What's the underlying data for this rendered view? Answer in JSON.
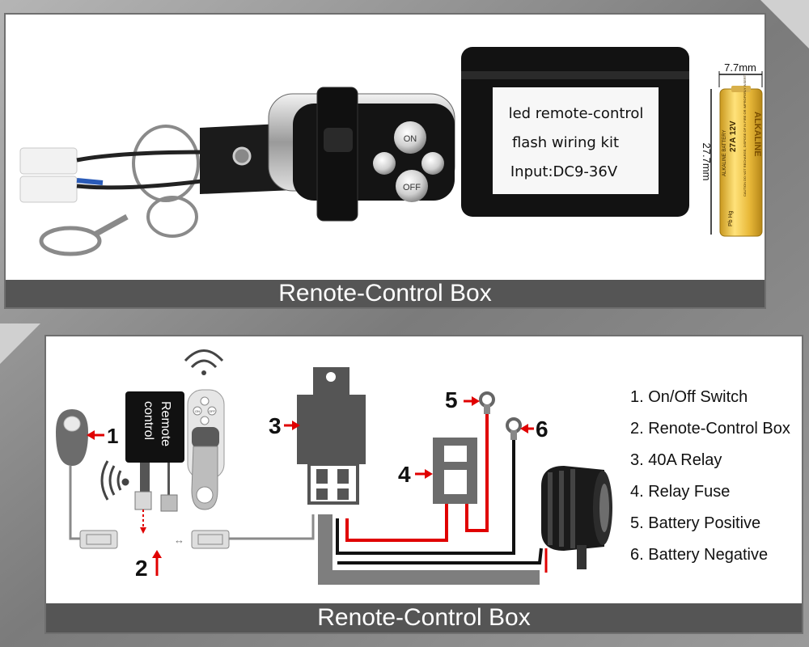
{
  "top_panel": {
    "caption": "Renote-Control Box",
    "box_label": {
      "line1": "led remote-control",
      "line2": "flash wiring kit",
      "line3": "Input:DC9-36V"
    },
    "remote_buttons": {
      "on": "ON",
      "off": "OFF"
    },
    "battery": {
      "width_label": "7.7mm",
      "height_label": "27.7mm",
      "brand": "ALKALINE",
      "type": "27A 12V",
      "small_text": "ALKALINE BATTERY",
      "warning": "CAUTION DO NOT RECHARGE, DISPOSE OF IN FIRE OR IMPROPERLY INSERT",
      "marking": "Pb Hg"
    }
  },
  "bottom_panel": {
    "caption": "Renote-Control Box",
    "box_label": {
      "line1": "Remote",
      "line2": "control"
    },
    "remote_buttons": {
      "on": "ON",
      "off": "OFF"
    },
    "callouts": [
      "1",
      "2",
      "3",
      "4",
      "5",
      "6"
    ],
    "legend": [
      "1. On/Off Switch",
      "2. Renote-Control Box",
      "3. 40A Relay",
      "4. Relay Fuse",
      "5. Battery Positive",
      "6. Battery Negative"
    ]
  },
  "colors": {
    "wire_red": "#e00000",
    "wire_black": "#111111",
    "wire_gray": "#808080",
    "caption_bg": "#555555"
  }
}
